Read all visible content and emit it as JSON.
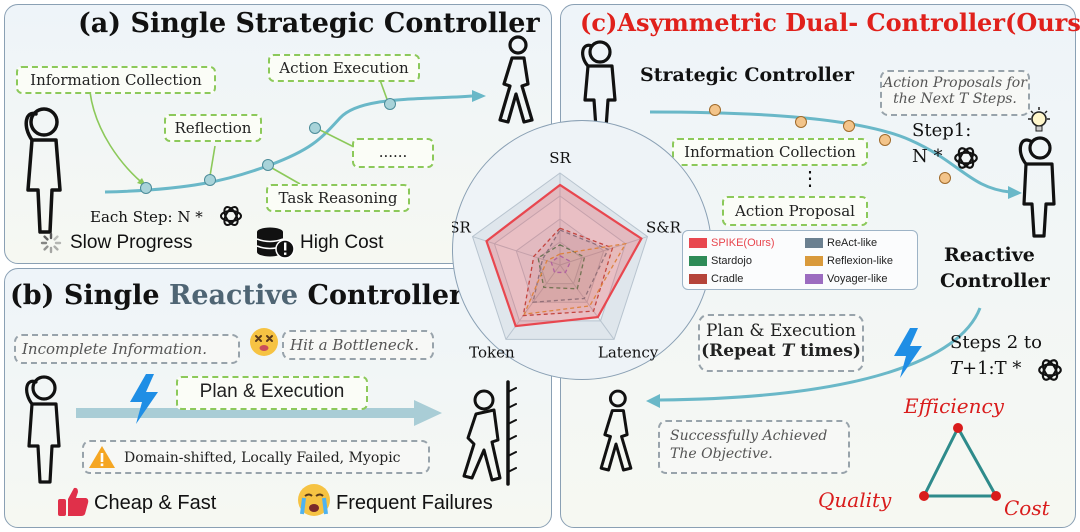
{
  "panel_a": {
    "title": "(a) Single Strategic Controller",
    "boxes": {
      "info": "Information Collection",
      "action": "Action Execution",
      "reflection": "Reflection",
      "dots": "......",
      "reasoning": "Task Reasoning"
    },
    "each_step": "Each Step: N *",
    "slow": "Slow Progress",
    "cost": "High Cost"
  },
  "panel_b": {
    "title_pre": "(b) Single ",
    "title_mid": "Reactive",
    "title_post": " Controller",
    "incomplete": "Incomplete Information.",
    "bottleneck": "Hit a Bottleneck.",
    "plan": "Plan & Execution",
    "warning": "Domain-shifted, Locally Failed, Myopic",
    "cheap": "Cheap & Fast",
    "failures": "Frequent Failures"
  },
  "panel_c": {
    "title": "(c)Asymmetric Dual- Controller(Ours)",
    "strategic": "Strategic Controller",
    "proposals_l1": "Action Proposals for",
    "proposals_l2": "the Next T Steps.",
    "step1_l1": "Step1:",
    "step1_l2": "N *",
    "info": "Information Collection",
    "vdots": "⋮",
    "proposal": "Action Proposal",
    "reactive_l1": "Reactive",
    "reactive_l2": "Controller",
    "plan_l1": "Plan & Execution",
    "plan_l2_a": "(Repeat ",
    "plan_l2_t": "T",
    "plan_l2_b": " times)",
    "steps2_l1": "Steps 2 to",
    "steps2_l2_t": "T",
    "steps2_l2_rest": "+1:T *",
    "success_l1": "Successfully Achieved",
    "success_l2": "The Objective.",
    "efficiency": "Efficiency",
    "quality": "Quality",
    "cost": "Cost",
    "colors": {
      "title": "#e0211c",
      "triangle": "#2e8b8b",
      "node": "#d91c1c"
    }
  },
  "radar": {
    "axes": [
      "SR",
      "S&R",
      "Latency",
      "Token",
      "BSR"
    ],
    "series": [
      {
        "name": "SPIKE(Ours)",
        "color": "#e8474f",
        "values": [
          0.87,
          0.93,
          0.7,
          0.82,
          0.84
        ]
      },
      {
        "name": "Stardojo",
        "color": "#2e8b57",
        "values": [
          0.22,
          0.28,
          0.32,
          0.3,
          0.25
        ]
      },
      {
        "name": "Cradle",
        "color": "#b5443a",
        "values": [
          0.4,
          0.6,
          0.62,
          0.68,
          0.3
        ]
      },
      {
        "name": "ReAct-like",
        "color": "#6b8090",
        "values": [
          0.38,
          0.55,
          0.45,
          0.5,
          0.2
        ]
      },
      {
        "name": "Reflexion-like",
        "color": "#d99a3c",
        "values": [
          0.12,
          0.75,
          0.55,
          0.66,
          0.15
        ]
      },
      {
        "name": "Voyager-like",
        "color": "#9c6cc0",
        "values": [
          0.1,
          0.12,
          0.1,
          0.1,
          0.1
        ]
      }
    ]
  }
}
